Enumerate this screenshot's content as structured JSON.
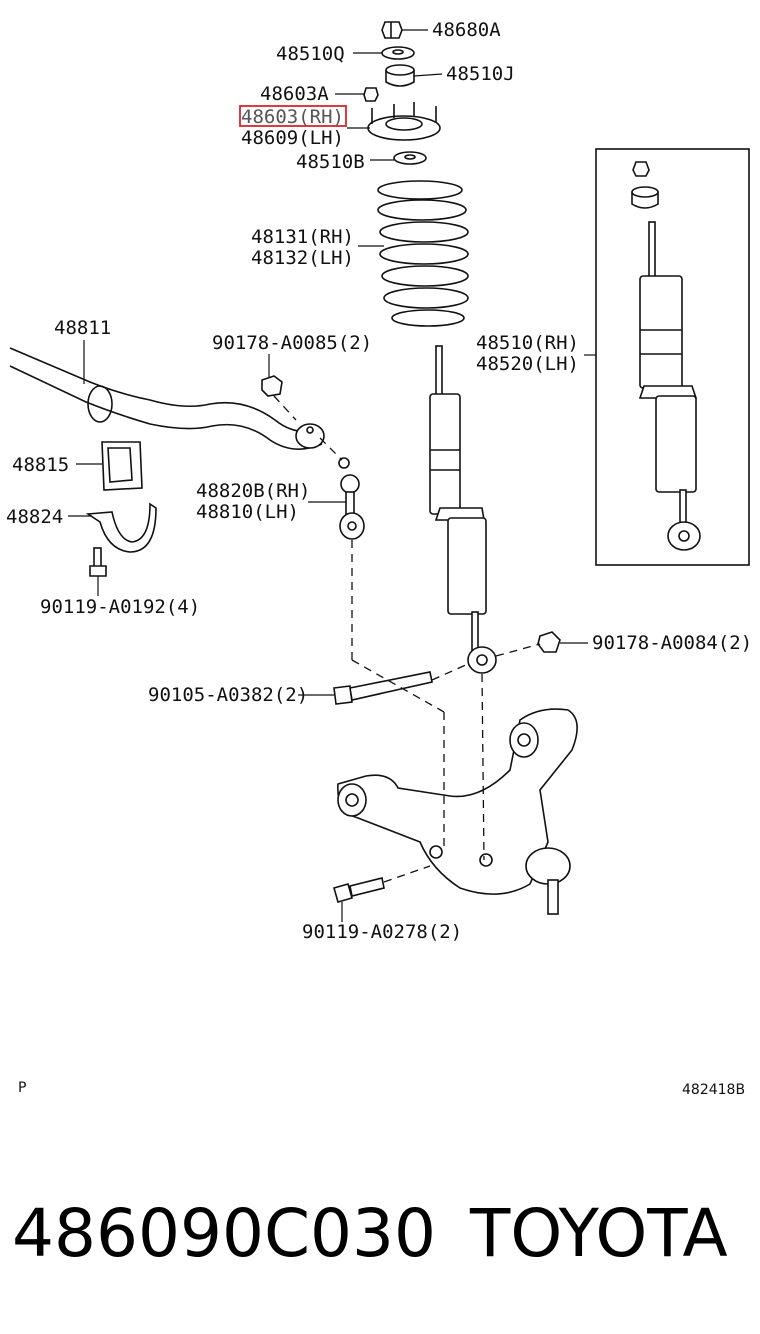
{
  "diagram": {
    "labels": {
      "nut_top": "48680A",
      "washer_top": "48510Q",
      "bushing_top": "48510J",
      "nut_mount": "48603A",
      "mount_rh": "48603(RH)",
      "mount_lh": "48609(LH)",
      "spring_seat": "48510B",
      "spring_rh": "48131(RH)",
      "spring_lh": "48132(LH)",
      "stabilizer_bar": "48811",
      "nut_link_top": "90178-A0085(2)",
      "bushing_bar": "48815",
      "bracket_bar": "48824",
      "link_rh": "48820B(RH)",
      "link_lh": "48810(LH)",
      "bolt_bracket": "90119-A0192(4)",
      "shock_rh": "48510(RH)",
      "shock_lh": "48520(LH)",
      "nut_shock_bottom": "90178-A0084(2)",
      "bolt_shock": "90105-A0382(2)",
      "bolt_arm": "90119-A0278(2)"
    },
    "corner_left": "P",
    "corner_right": "482418B",
    "highlight_color": "#d9262c"
  },
  "footer": {
    "part_number": "486090C030",
    "brand": "TOYOTA"
  }
}
